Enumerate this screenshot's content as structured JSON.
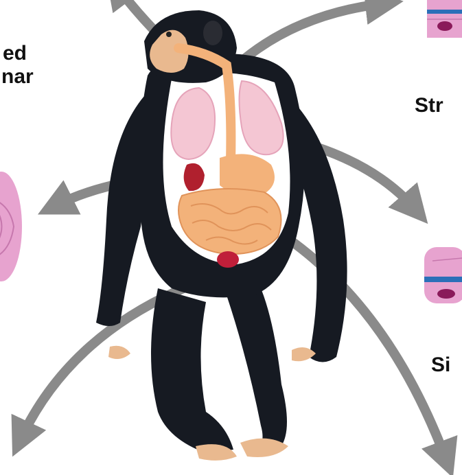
{
  "labels": {
    "top_left_line1": "ed",
    "top_left_line2": "nar",
    "right_top": "Str",
    "right_bottom": "Si"
  },
  "colors": {
    "fur": "#161a22",
    "belly": "#ffffff",
    "skin": "#e9b98f",
    "digestive_tract": "#f3b27a",
    "lungs": "#f4c6d3",
    "kidney": "#b0202e",
    "bladder": "#c01f3a",
    "arrow": "#8a8a8a",
    "tissue_pink": "#e7a3cf",
    "tissue_nucleus": "#8a1a5a",
    "tissue_blue": "#2b6fb8"
  }
}
